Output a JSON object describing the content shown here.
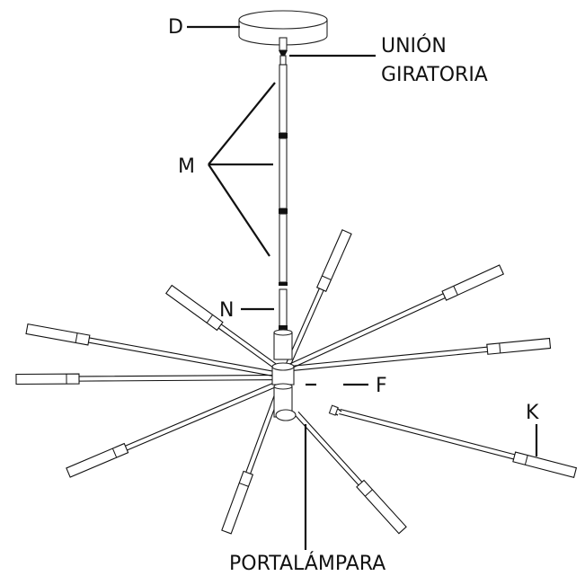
{
  "labels": {
    "d": "D",
    "swivel_line1": "UNIÓN",
    "swivel_line2": "GIRATORIA",
    "m": "M",
    "n": "N",
    "f": "F",
    "k": "K",
    "socket": "PORTALÁMPARA"
  },
  "colors": {
    "line": "#111111",
    "fill": "#ffffff"
  }
}
